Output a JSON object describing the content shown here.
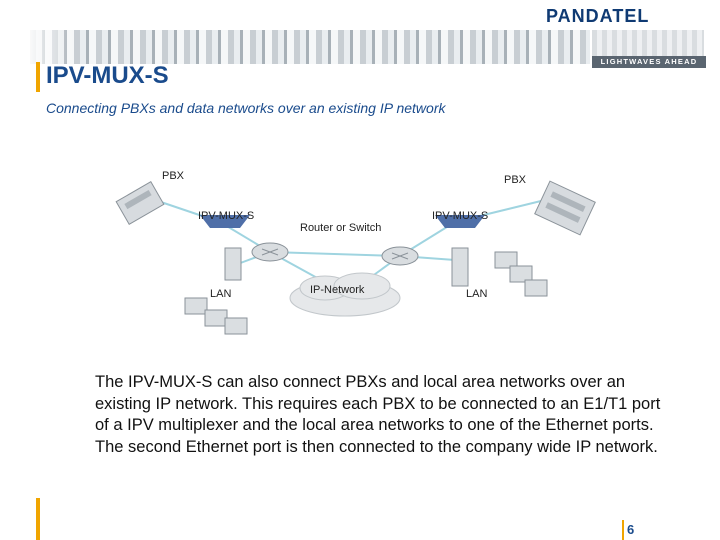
{
  "header": {
    "logo_text": "PANDATEL",
    "tagline": "LIGHTWAVES AHEAD"
  },
  "slide": {
    "title": "IPV-MUX-S",
    "subtitle": "Connecting PBXs and data networks over an existing IP network",
    "page_number": "6"
  },
  "diagram": {
    "labels": {
      "pbx_left": "PBX",
      "pbx_right": "PBX",
      "mux_left": "IPV-MUX-S",
      "mux_right": "IPV-MUX-S",
      "router": "Router or Switch",
      "lan_left": "LAN",
      "lan_right": "LAN",
      "network": "IP-Network"
    },
    "colors": {
      "link": "#9fd4e0",
      "device": "#cfd4d8",
      "mux": "#4f6fa8"
    }
  },
  "body": {
    "paragraph": "The IPV-MUX-S can also connect PBXs and local area networks over an existing IP network. This requires each PBX to be connected to an E1/T1 port of a IPV multiplexer and the local area networks to one of the Ethernet ports. The second Ethernet port is then connected to the company wide IP network."
  },
  "colors": {
    "title": "#1a4b8c",
    "accent": "#f0a500"
  }
}
